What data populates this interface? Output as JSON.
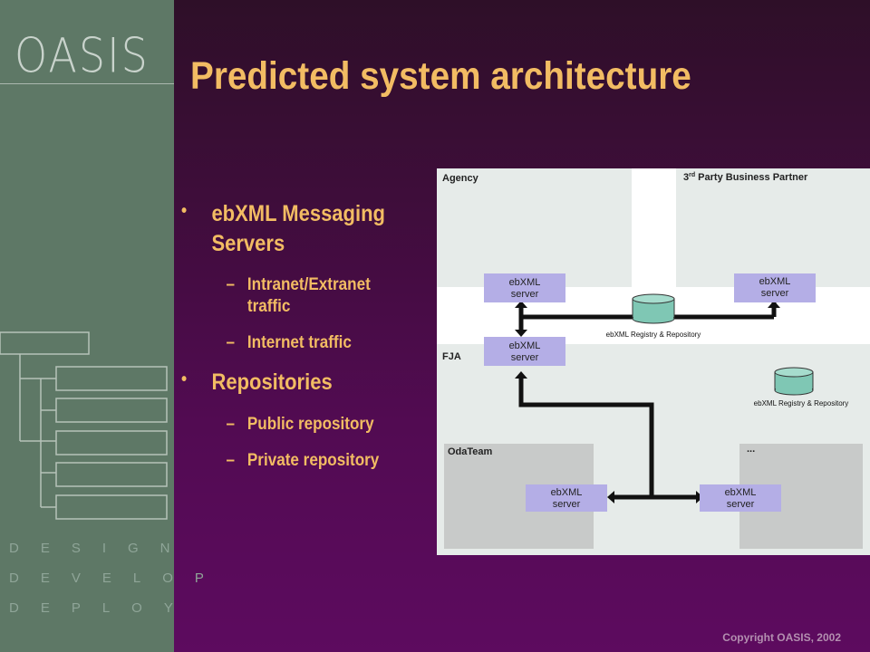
{
  "sidebar": {
    "logo": "OASIS",
    "words": [
      "DESIGN",
      "DEVELOP",
      "DEPLOY"
    ]
  },
  "title": "Predicted system architecture",
  "bullets": [
    {
      "text": "ebXML Messaging Servers",
      "level": 1
    },
    {
      "text": "Intranet/Extranet traffic",
      "level": 2
    },
    {
      "text": "Internet traffic",
      "level": 2
    },
    {
      "text": "Repositories",
      "level": 1
    },
    {
      "text": "Public repository",
      "level": 2
    },
    {
      "text": "Private repository",
      "level": 2
    }
  ],
  "diagram": {
    "regions": {
      "agency": "Agency",
      "partner_prefix": "3",
      "partner_sup": "rd",
      "partner_suffix": " Party Business Partner",
      "fja": "FJA",
      "odateam": "OdaTeam",
      "other": "..."
    },
    "server_line1": "ebXML",
    "server_line2": "server",
    "registry_label": "ebXML Registry & Repository"
  },
  "copyright": "Copyright OASIS, 2002",
  "colors": {
    "accent": "#f2bc63",
    "sidebar": "#5e7866",
    "server_box": "#b4aee6",
    "registry": "#7fc7b4"
  }
}
